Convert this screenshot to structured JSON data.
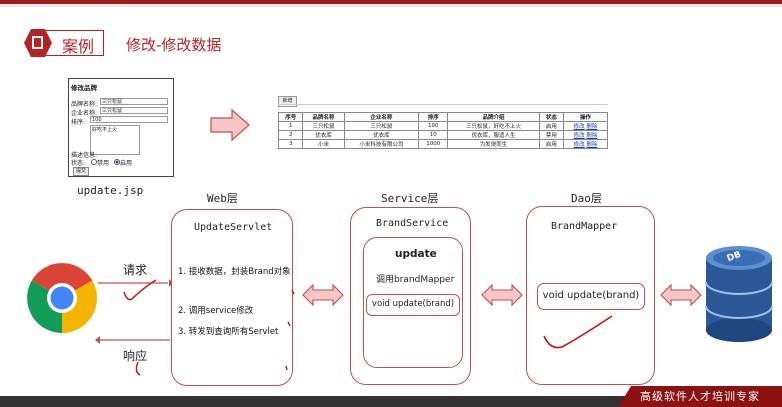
{
  "header": {
    "tag": "案例",
    "title": "修改-修改数据"
  },
  "form": {
    "title": "修改品牌",
    "brand_name_label": "品牌名称:",
    "brand_name_value": "三只松鼠",
    "company_label": "企业名称:",
    "company_value": "三只松鼠",
    "order_label": "排序:",
    "order_value": "100",
    "desc_value": "好吃不上火",
    "desc_label": "描述信息:",
    "status_label": "状态:",
    "opt_disabled": "禁用",
    "opt_enabled": "启用",
    "submit": "提交",
    "caption": "update.jsp"
  },
  "table": {
    "new_button": "新增",
    "headers": [
      "序号",
      "品牌名称",
      "企业名称",
      "排序",
      "品牌介绍",
      "状态",
      "操作"
    ],
    "rows": [
      [
        "1",
        "三只松鼠",
        "三只松鼠",
        "100",
        "三只松鼠，好吃不上火",
        "启用"
      ],
      [
        "2",
        "优衣库",
        "优衣库",
        "10",
        "优衣库，服适人生",
        "禁用"
      ],
      [
        "3",
        "小米",
        "小米科技有限公司",
        "1000",
        "为发烧而生",
        "启用"
      ]
    ],
    "action_edit": "修改",
    "action_delete": "删除"
  },
  "layers": {
    "web": {
      "title": "Web层",
      "servlet": "UpdateServlet",
      "step1": "1. 接收数据，封装Brand对象",
      "step2": "2. 调用service修改",
      "step3": "3. 转发到查询所有Servlet"
    },
    "service": {
      "title": "Service层",
      "class": "BrandService",
      "method": "update",
      "call": "调用brandMapper",
      "signature": "void update(brand)"
    },
    "dao": {
      "title": "Dao层",
      "class": "BrandMapper",
      "signature": "void update(brand)"
    }
  },
  "arrows": {
    "request": "请求",
    "response": "响应"
  },
  "db": {
    "label": "DB"
  },
  "footer": {
    "slogan": "高级软件人才培训专家"
  },
  "colors": {
    "accent": "#b32424",
    "box_border": "#c0504d",
    "arrow_fill": "#f7c6c6"
  },
  "icons": [
    "document-icon",
    "chrome-icon",
    "database-icon",
    "double-arrow-icon",
    "right-arrow-icon"
  ]
}
